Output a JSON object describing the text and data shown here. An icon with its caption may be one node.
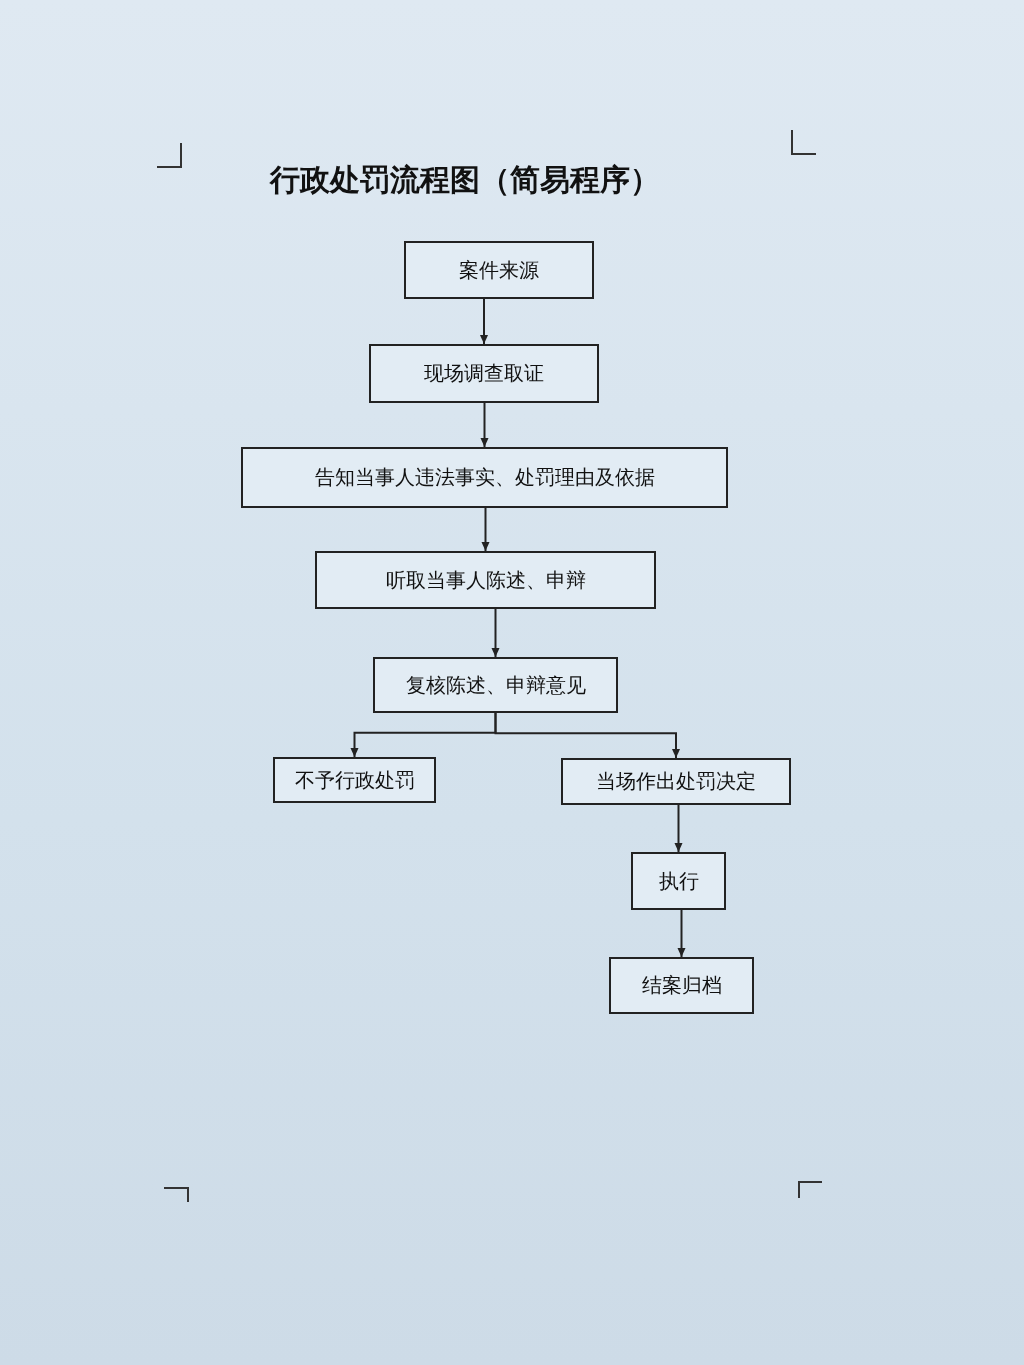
{
  "diagram": {
    "title": "行政处罚流程图（简易程序）",
    "nodes": [
      {
        "text": [
          "案件来源"
        ]
      },
      {
        "text": [
          "现场调查取证"
        ]
      },
      {
        "text": [
          "告知当事人违法事实、处罚理由及依据"
        ]
      },
      {
        "text": [
          "听取当事人陈述、申辩"
        ]
      },
      {
        "text": [
          "复核陈述、申辩意见"
        ]
      },
      {
        "text": [
          "不予行政处罚"
        ]
      },
      {
        "text": [
          "当场作出处罚决定"
        ]
      },
      {
        "text": [
          "执行"
        ]
      },
      {
        "text": [
          "结案归档"
        ]
      }
    ],
    "edges": [
      {
        "from": 0,
        "to": 1,
        "arrow": "to"
      },
      {
        "from": 1,
        "to": 2,
        "arrow": "to"
      },
      {
        "from": 2,
        "to": 3,
        "arrow": "to"
      },
      {
        "from": 3,
        "to": 4,
        "arrow": "to"
      },
      {
        "from": 4,
        "to": 5,
        "arrow": "to"
      },
      {
        "from": 4,
        "to": 6,
        "arrow": "to"
      },
      {
        "from": 6,
        "to": 7,
        "arrow": "to"
      },
      {
        "from": 7,
        "to": 8,
        "arrow": "to"
      }
    ]
  }
}
